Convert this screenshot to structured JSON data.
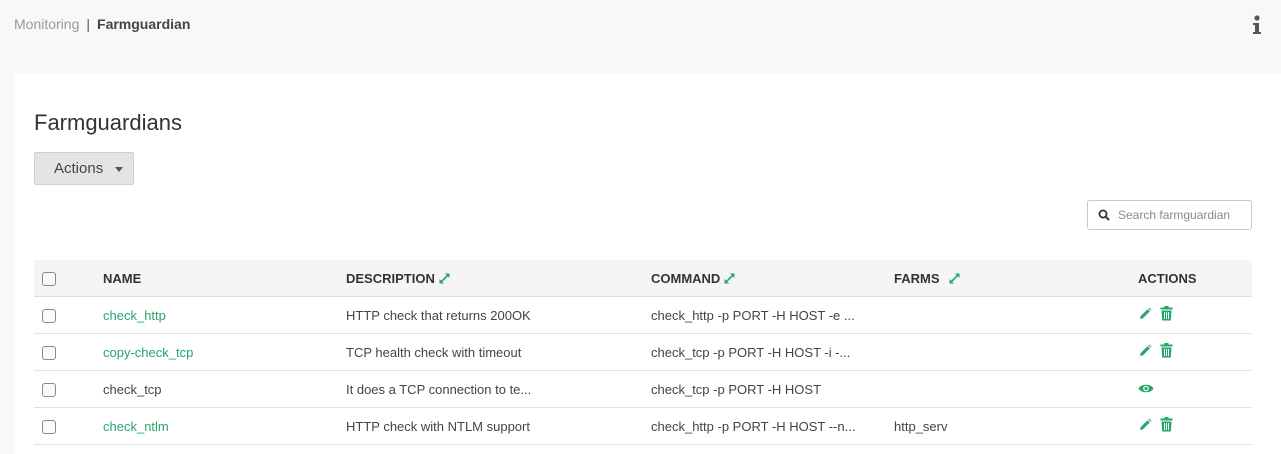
{
  "breadcrumb": {
    "root": "Monitoring",
    "separator": "|",
    "current": "Farmguardian"
  },
  "header": {
    "info_icon": "info-icon"
  },
  "page": {
    "title": "Farmguardians"
  },
  "toolbar": {
    "actions_label": "Actions"
  },
  "search": {
    "placeholder": "Search farmguardian",
    "value": ""
  },
  "table": {
    "columns": {
      "name": "NAME",
      "description": "DESCRIPTION",
      "command": "COMMAND",
      "farms": "FARMS",
      "actions": "ACTIONS"
    },
    "rows": [
      {
        "name": "check_http",
        "description": "HTTP check that returns 200OK",
        "command": "check_http -p PORT -H HOST -e ...",
        "farms": "",
        "link": true,
        "actions": [
          "edit-icon",
          "trash-icon"
        ]
      },
      {
        "name": "copy-check_tcp",
        "description": "TCP health check with timeout",
        "command": "check_tcp -p PORT -H HOST -i -...",
        "farms": "",
        "link": true,
        "actions": [
          "edit-icon",
          "trash-icon"
        ]
      },
      {
        "name": "check_tcp",
        "description": "It does a TCP connection to te...",
        "command": "check_tcp -p PORT -H HOST",
        "farms": "",
        "link": false,
        "actions": [
          "eye-icon"
        ]
      },
      {
        "name": "check_ntlm",
        "description": "HTTP check with NTLM support",
        "command": "check_http -p PORT -H HOST --n...",
        "farms": "http_serv",
        "link": true,
        "actions": [
          "edit-icon",
          "trash-icon"
        ]
      }
    ]
  },
  "colors": {
    "accent": "#26a56a",
    "background": "#f8f8f8",
    "panel": "#ffffff"
  }
}
